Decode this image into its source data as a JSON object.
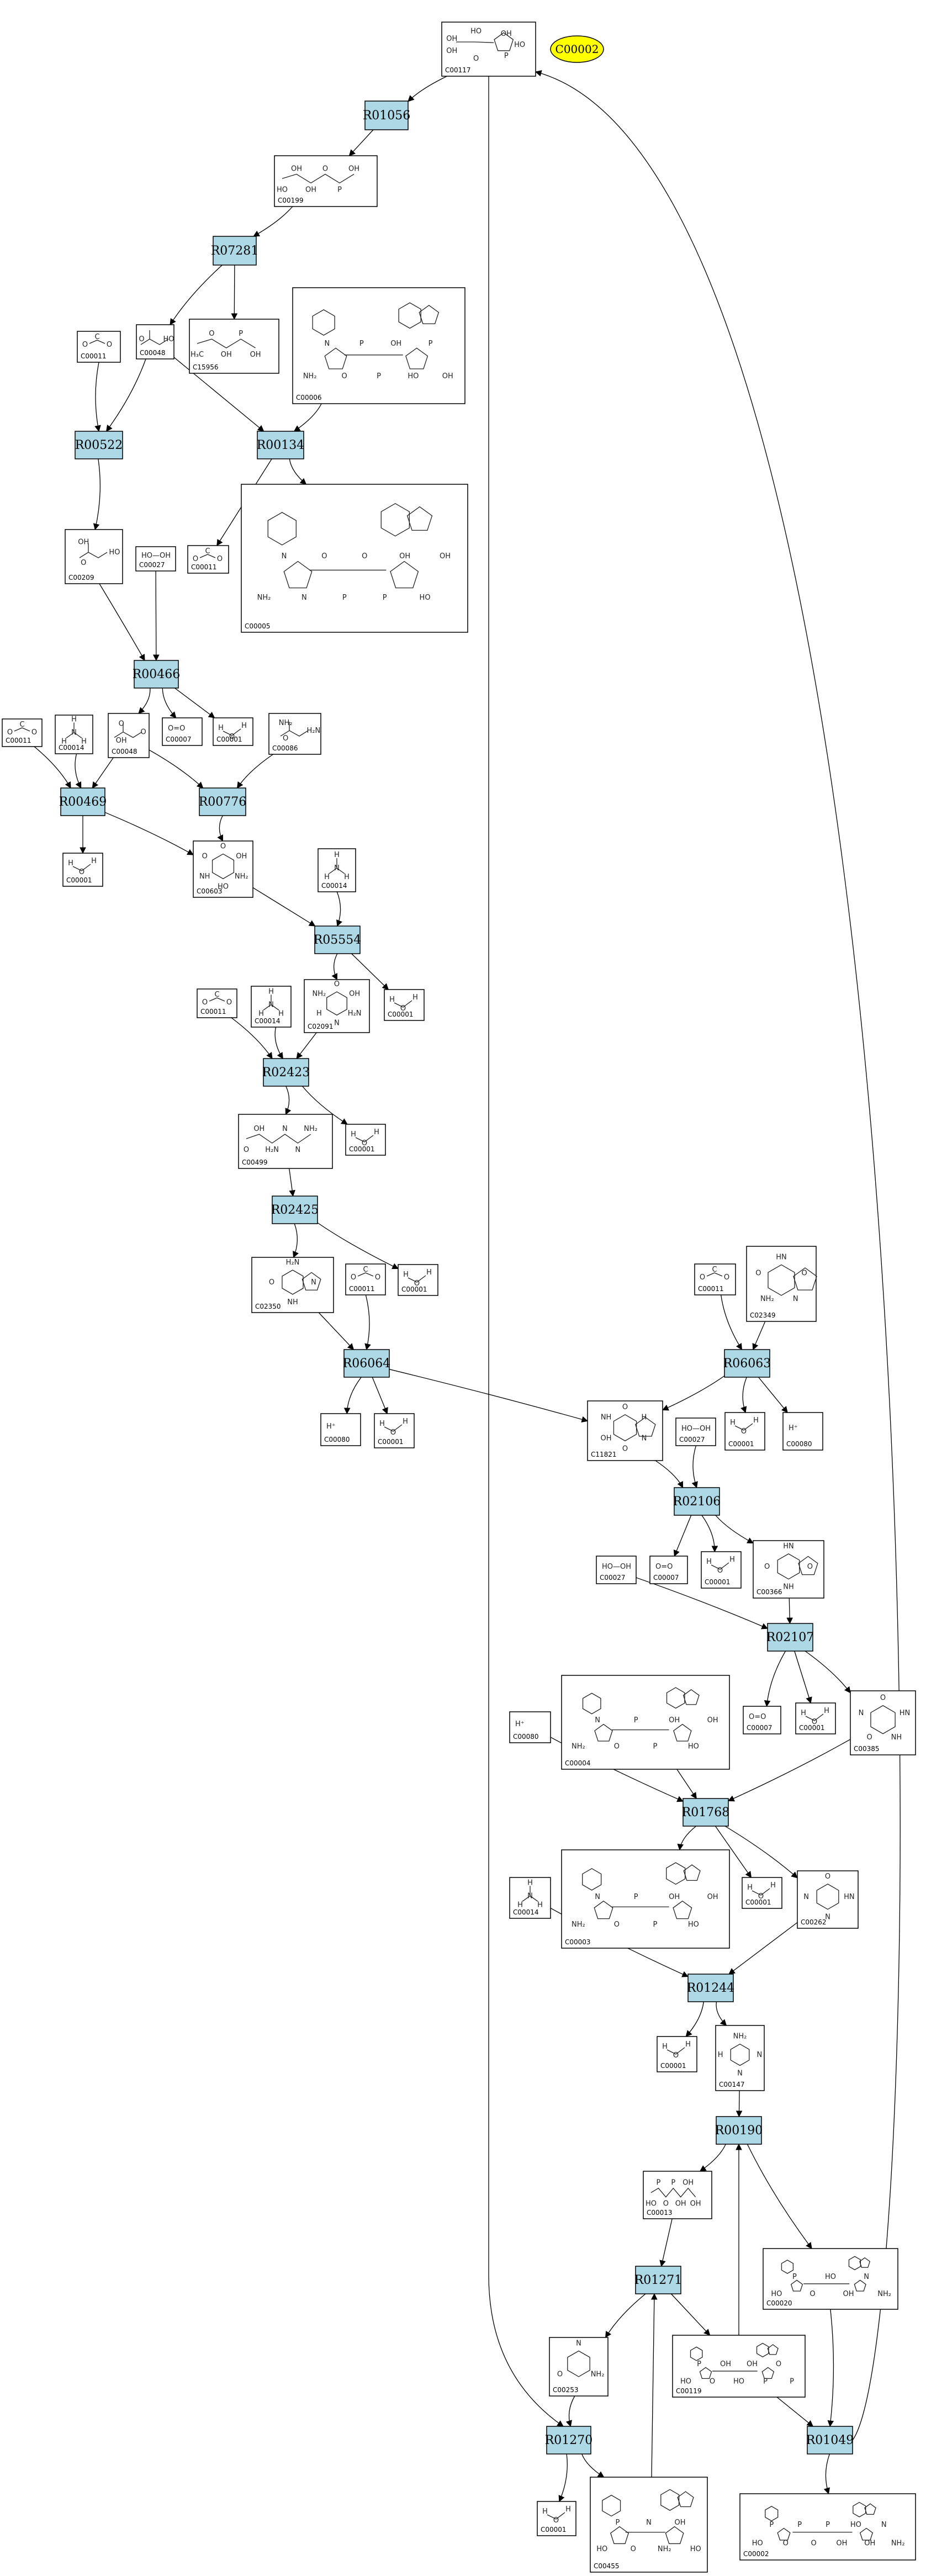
{
  "highlight": {
    "label": "C00002"
  },
  "reactions": [
    {
      "key": "r01056",
      "label": "R01056"
    },
    {
      "key": "r07281",
      "label": "R07281"
    },
    {
      "key": "r00522",
      "label": "R00522"
    },
    {
      "key": "r00134",
      "label": "R00134"
    },
    {
      "key": "r00466",
      "label": "R00466"
    },
    {
      "key": "r00469",
      "label": "R00469"
    },
    {
      "key": "r00776",
      "label": "R00776"
    },
    {
      "key": "r05554",
      "label": "R05554"
    },
    {
      "key": "r02423",
      "label": "R02423"
    },
    {
      "key": "r02425",
      "label": "R02425"
    },
    {
      "key": "r06064",
      "label": "R06064"
    },
    {
      "key": "r06063",
      "label": "R06063"
    },
    {
      "key": "r02106",
      "label": "R02106"
    },
    {
      "key": "r02107",
      "label": "R02107"
    },
    {
      "key": "r01768",
      "label": "R01768"
    },
    {
      "key": "r01244",
      "label": "R01244"
    },
    {
      "key": "r00190",
      "label": "R00190"
    },
    {
      "key": "r01271",
      "label": "R01271"
    },
    {
      "key": "r01270",
      "label": "R01270"
    },
    {
      "key": "r01049",
      "label": "R01049"
    }
  ],
  "compounds": [
    {
      "key": "c00117",
      "id": "C00117",
      "atoms": [
        "HO",
        "P",
        "O",
        "OH",
        "OH",
        "HO",
        "OH"
      ]
    },
    {
      "key": "c00199",
      "id": "C00199",
      "atoms": [
        "HO",
        "OH",
        "OH",
        "O",
        "P",
        "OH"
      ]
    },
    {
      "key": "c00048_a",
      "id": "C00048",
      "atoms": [
        "HO",
        "O"
      ]
    },
    {
      "key": "c15956",
      "id": "C15956",
      "atoms": [
        "H₃C",
        "O",
        "OH",
        "P",
        "OH"
      ]
    },
    {
      "key": "c00011_a",
      "id": "C00011",
      "atoms": [
        "O",
        "C",
        "O"
      ]
    },
    {
      "key": "c00006",
      "id": "C00006",
      "atoms": [
        "NH₂",
        "N",
        "O",
        "P",
        "P",
        "OH",
        "HO",
        "P",
        "OH"
      ]
    },
    {
      "key": "c00005",
      "id": "C00005",
      "atoms": [
        "NH₂",
        "N",
        "N",
        "O",
        "P",
        "O",
        "P",
        "OH",
        "HO",
        "OH"
      ]
    },
    {
      "key": "c00209",
      "id": "C00209",
      "atoms": [
        "HO",
        "O",
        "OH"
      ]
    },
    {
      "key": "c00027_a",
      "id": "C00027",
      "atoms": [
        "HO—OH"
      ]
    },
    {
      "key": "c00011_b",
      "id": "C00011",
      "atoms": [
        "O",
        "C",
        "O"
      ]
    },
    {
      "key": "c00011_c",
      "id": "C00011",
      "atoms": [
        "O",
        "C",
        "O"
      ]
    },
    {
      "key": "c00014_a",
      "id": "C00014",
      "atoms": [
        "H",
        "N",
        "H",
        "H"
      ]
    },
    {
      "key": "c00048_b",
      "id": "C00048",
      "atoms": [
        "O",
        "OH",
        "O"
      ]
    },
    {
      "key": "c00007_a",
      "id": "C00007",
      "atoms": [
        "O=O"
      ]
    },
    {
      "key": "c00001_a",
      "id": "C00001",
      "atoms": [
        "H",
        "O",
        "H"
      ]
    },
    {
      "key": "c00086",
      "id": "C00086",
      "atoms": [
        "H₂N",
        "O",
        "NH₂"
      ]
    },
    {
      "key": "c00001_b",
      "id": "C00001",
      "atoms": [
        "H",
        "O",
        "H"
      ]
    },
    {
      "key": "c00603",
      "id": "C00603",
      "atoms": [
        "O",
        "OH",
        "NH₂",
        "HO",
        "NH",
        "O"
      ]
    },
    {
      "key": "c00014_b",
      "id": "C00014",
      "atoms": [
        "H",
        "N",
        "H",
        "H"
      ]
    },
    {
      "key": "c00011_d",
      "id": "C00011",
      "atoms": [
        "O",
        "C",
        "O"
      ]
    },
    {
      "key": "c00014_c",
      "id": "C00014",
      "atoms": [
        "H",
        "N",
        "H",
        "H"
      ]
    },
    {
      "key": "c02091",
      "id": "C02091",
      "atoms": [
        "O",
        "OH",
        "H₂N",
        "N",
        "H",
        "NH₂"
      ]
    },
    {
      "key": "c00001_c",
      "id": "C00001",
      "atoms": [
        "H",
        "O",
        "H"
      ]
    },
    {
      "key": "c00001_d",
      "id": "C00001",
      "atoms": [
        "H",
        "O",
        "H"
      ]
    },
    {
      "key": "c00499",
      "id": "C00499",
      "atoms": [
        "O",
        "OH",
        "H₂N",
        "N",
        "N",
        "NH₂"
      ]
    },
    {
      "key": "c02350",
      "id": "C02350",
      "atoms": [
        "H₂N",
        "N",
        "NH",
        "O"
      ]
    },
    {
      "key": "c00011_e",
      "id": "C00011",
      "atoms": [
        "O",
        "C",
        "O"
      ]
    },
    {
      "key": "c00001_e",
      "id": "C00001",
      "atoms": [
        "H",
        "O",
        "H"
      ]
    },
    {
      "key": "c00080_a",
      "id": "C00080",
      "atoms": [
        "H⁺"
      ]
    },
    {
      "key": "c00001_f",
      "id": "C00001",
      "atoms": [
        "H",
        "O",
        "H"
      ]
    },
    {
      "key": "c00011_f",
      "id": "C00011",
      "atoms": [
        "O",
        "C",
        "O"
      ]
    },
    {
      "key": "c02349",
      "id": "C02349",
      "atoms": [
        "HN",
        "O",
        "N",
        "NH₂",
        "O"
      ]
    },
    {
      "key": "c11821",
      "id": "C11821",
      "atoms": [
        "O",
        "H",
        "N",
        "O",
        "OH",
        "NH"
      ]
    },
    {
      "key": "c00001_g",
      "id": "C00001",
      "atoms": [
        "H",
        "O",
        "H"
      ]
    },
    {
      "key": "c00080_b",
      "id": "C00080",
      "atoms": [
        "H⁺"
      ]
    },
    {
      "key": "c00027_b",
      "id": "C00027",
      "atoms": [
        "HO—OH"
      ]
    },
    {
      "key": "c00007_b",
      "id": "C00007",
      "atoms": [
        "O=O"
      ]
    },
    {
      "key": "c00001_h",
      "id": "C00001",
      "atoms": [
        "H",
        "O",
        "H"
      ]
    },
    {
      "key": "c00366",
      "id": "C00366",
      "atoms": [
        "HN",
        "O",
        "NH",
        "O"
      ]
    },
    {
      "key": "c00027_c",
      "id": "C00027",
      "atoms": [
        "HO—OH"
      ]
    },
    {
      "key": "c00007_c",
      "id": "C00007",
      "atoms": [
        "O=O"
      ]
    },
    {
      "key": "c00001_i",
      "id": "C00001",
      "atoms": [
        "H",
        "O",
        "H"
      ]
    },
    {
      "key": "c00385",
      "id": "C00385",
      "atoms": [
        "O",
        "HN",
        "NH",
        "O",
        "N"
      ]
    },
    {
      "key": "c00080_c",
      "id": "C00080",
      "atoms": [
        "H⁺"
      ]
    },
    {
      "key": "c00004",
      "id": "C00004",
      "atoms": [
        "NH₂",
        "N",
        "O",
        "P",
        "P",
        "OH",
        "HO",
        "OH"
      ]
    },
    {
      "key": "c00003",
      "id": "C00003",
      "atoms": [
        "NH₂",
        "N",
        "O",
        "P",
        "P",
        "OH",
        "HO",
        "OH"
      ]
    },
    {
      "key": "c00001_j",
      "id": "C00001",
      "atoms": [
        "H",
        "O",
        "H"
      ]
    },
    {
      "key": "c00262",
      "id": "C00262",
      "atoms": [
        "O",
        "HN",
        "N",
        "N"
      ]
    },
    {
      "key": "c00014_d",
      "id": "C00014",
      "atoms": [
        "H",
        "N",
        "H",
        "H"
      ]
    },
    {
      "key": "c00001_k",
      "id": "C00001",
      "atoms": [
        "H",
        "O",
        "H"
      ]
    },
    {
      "key": "c00147",
      "id": "C00147",
      "atoms": [
        "NH₂",
        "N",
        "N",
        "H"
      ]
    },
    {
      "key": "c00013",
      "id": "C00013",
      "atoms": [
        "HO",
        "P",
        "O",
        "P",
        "OH",
        "OH",
        "OH"
      ]
    },
    {
      "key": "c00020",
      "id": "C00020",
      "atoms": [
        "HO",
        "P",
        "O",
        "HO",
        "OH",
        "N",
        "NH₂"
      ]
    },
    {
      "key": "c00253",
      "id": "C00253",
      "atoms": [
        "N",
        "NH₂",
        "O"
      ]
    },
    {
      "key": "c00119",
      "id": "C00119",
      "atoms": [
        "HO",
        "P",
        "O",
        "OH",
        "HO",
        "OH",
        "P",
        "O",
        "P"
      ]
    },
    {
      "key": "c00001_l",
      "id": "C00001",
      "atoms": [
        "H",
        "O",
        "H"
      ]
    },
    {
      "key": "c00455",
      "id": "C00455",
      "atoms": [
        "HO",
        "P",
        "O",
        "N",
        "NH₂",
        "OH",
        "HO"
      ]
    },
    {
      "key": "c00002",
      "id": "C00002",
      "atoms": [
        "HO",
        "P",
        "O",
        "P",
        "O",
        "P",
        "OH",
        "HO",
        "OH",
        "N",
        "NH₂"
      ]
    }
  ]
}
